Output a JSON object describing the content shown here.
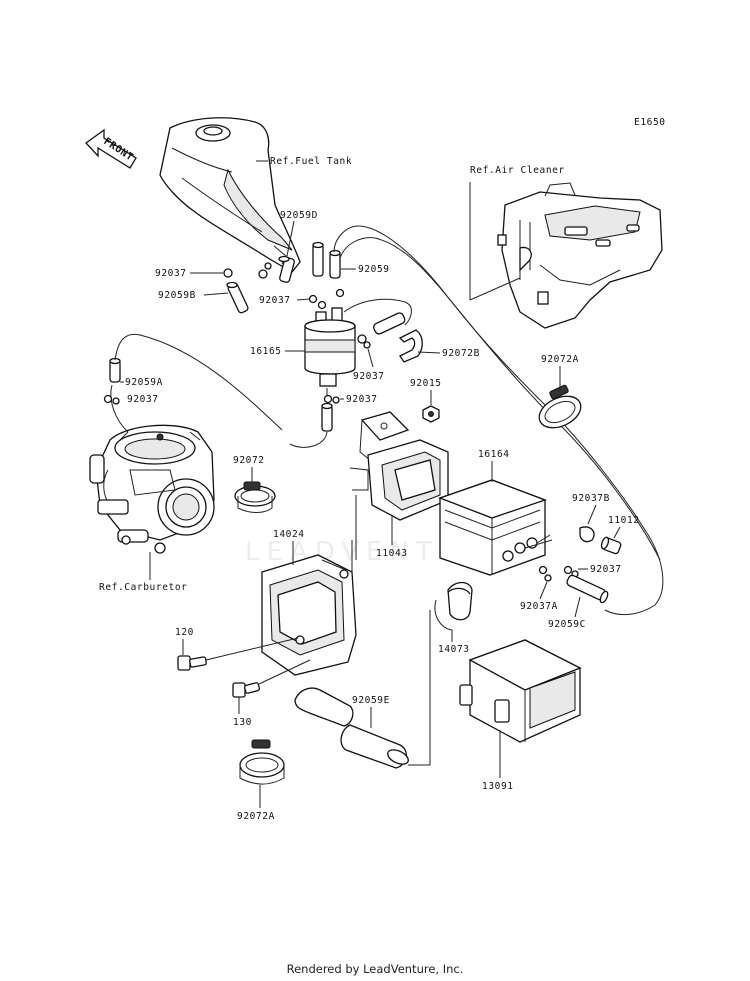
{
  "diagram_code": "E1650",
  "watermark": "LEADVENTURE",
  "front_label": "FRONT",
  "refs": {
    "fuel_tank": "Ref.Fuel Tank",
    "air_cleaner": "Ref.Air Cleaner",
    "carburetor": "Ref.Carburetor"
  },
  "parts": {
    "p92059D": "92059D",
    "p92037_a": "92037",
    "p92059": "92059",
    "p92059B": "92059B",
    "p92037_b": "92037",
    "p16165": "16165",
    "p92072B": "92072B",
    "p92037_c": "92037",
    "p92059A": "92059A",
    "p92037_d": "92037",
    "p92015": "92015",
    "p92037_e": "92037",
    "p92072A_a": "92072A",
    "p92072": "92072",
    "p16164": "16164",
    "p92037B": "92037B",
    "p11012": "11012",
    "p11043": "11043",
    "p14024": "14024",
    "p92037_f": "92037",
    "p92037A": "92037A",
    "p92059C": "92059C",
    "p120": "120",
    "p14073": "14073",
    "p130": "130",
    "p92059E": "92059E",
    "p13091": "13091",
    "p92072A_b": "92072A"
  },
  "footer": "Rendered by LeadVenture, Inc."
}
